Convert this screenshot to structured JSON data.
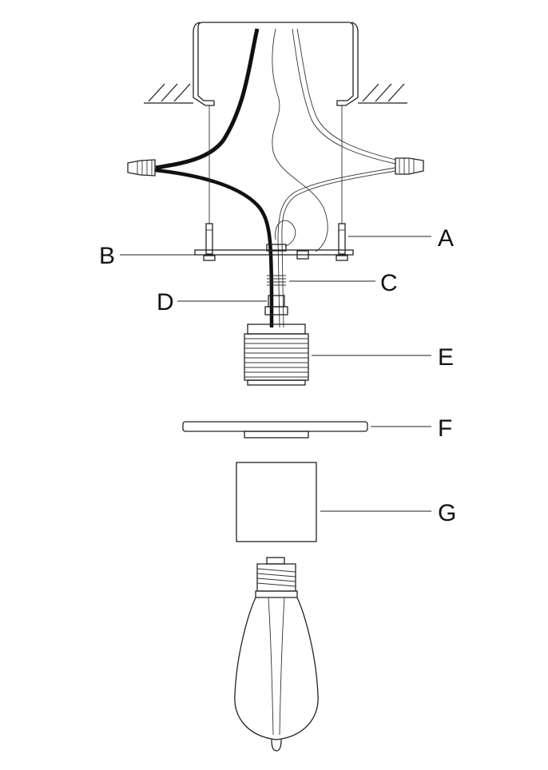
{
  "labels": {
    "a": "A",
    "b": "B",
    "c": "C",
    "d": "D",
    "e": "E",
    "f": "F",
    "g": "G"
  },
  "colors": {
    "line": "#222222",
    "background": "#ffffff"
  }
}
